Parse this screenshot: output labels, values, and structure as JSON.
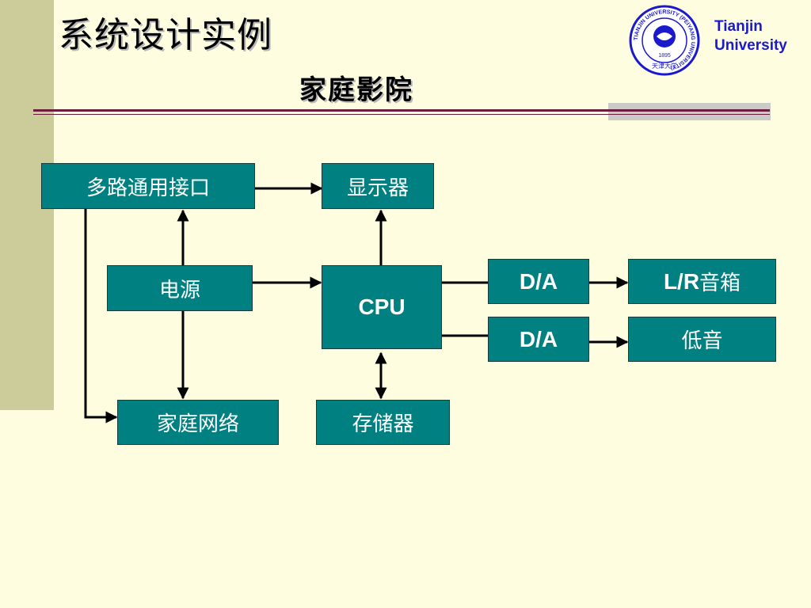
{
  "slide": {
    "title": "系统设计实例",
    "subtitle": "家庭影院"
  },
  "university": {
    "name_line1": "Tianjin",
    "name_line2": "University",
    "logo": {
      "ring_text": "TIANJIN UNIVERSITY (PEIYANG UNIVERSITY)",
      "seal_text": "天津大学",
      "year": "1895",
      "brand_color": "#1a1acc"
    }
  },
  "diagram": {
    "box_color": "#008080",
    "arrow_color": "#000000",
    "boxes": {
      "multi_interface": "多路通用接口",
      "display": "显示器",
      "power": "电源",
      "cpu": "CPU",
      "da1": "D/A",
      "da2": "D/A",
      "speaker_prefix": "L/R",
      "speaker_suffix": "音箱",
      "bass": "低音",
      "home_network": "家庭网络",
      "storage": "存储器"
    }
  }
}
